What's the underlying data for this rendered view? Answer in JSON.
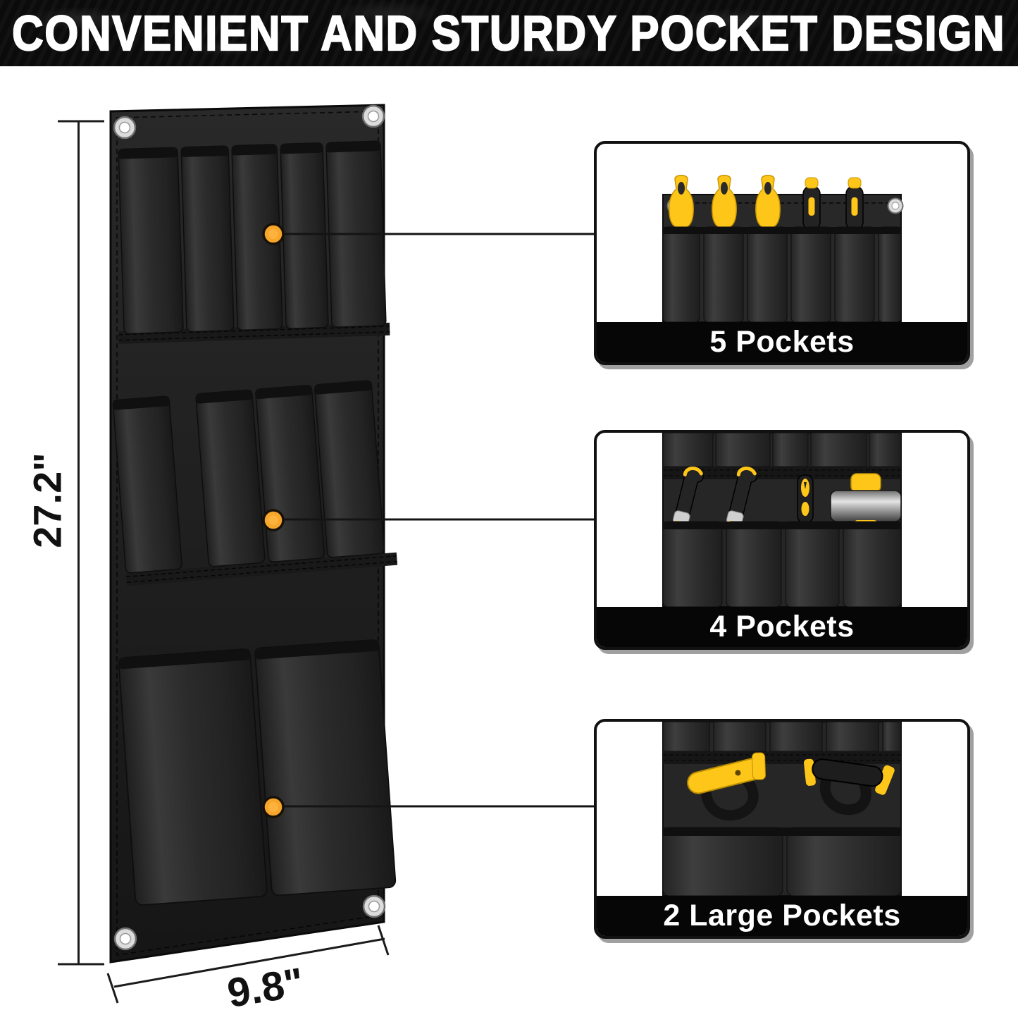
{
  "header": {
    "title": "CONVENIENT AND STURDY POCKET DESIGN"
  },
  "product": {
    "height_label": "27.2\"",
    "width_label": "9.8\"",
    "pocket_rows": [
      {
        "position": "top",
        "pockets": 5
      },
      {
        "position": "middle",
        "pockets": 4
      },
      {
        "position": "bottom",
        "pockets": 2
      }
    ]
  },
  "callouts": [
    {
      "label": "5 Pockets"
    },
    {
      "label": "4 Pockets"
    },
    {
      "label": "2 Large Pockets"
    }
  ],
  "colors": {
    "accent-orange": "#F7A52B",
    "tool-yellow": "#FFC61A",
    "banner-bg": "#0B0B0B",
    "fabric-dark": "#222222",
    "label-bar": "#060606",
    "text-light": "#FFFFFF"
  }
}
